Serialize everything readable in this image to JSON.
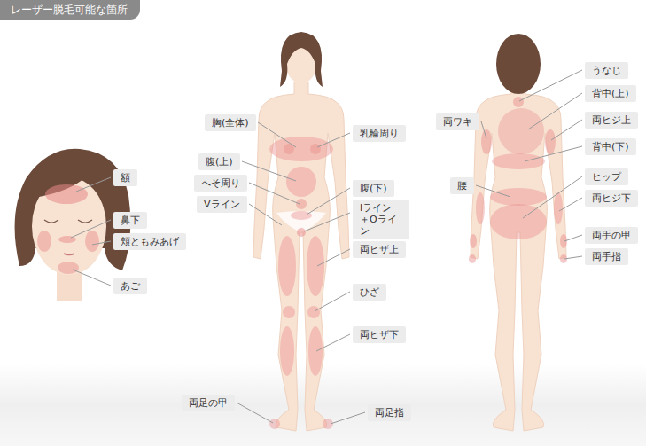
{
  "diagram": {
    "title": "レーザー脱毛可能な箇所",
    "nodes": [
      {
        "text": [
          "額"
        ]
      },
      {
        "text": [
          "鼻下"
        ]
      },
      {
        "text": [
          "頬ともみあげ"
        ]
      },
      {
        "text": [
          "あご"
        ]
      },
      {
        "text": [
          "胸(全体)"
        ]
      },
      {
        "text": [
          "乳輪周り"
        ]
      },
      {
        "text": [
          "腹(上)"
        ]
      },
      {
        "text": [
          "へそ周り"
        ]
      },
      {
        "text": [
          "腹(下)"
        ]
      },
      {
        "text": [
          "Vライン"
        ]
      },
      {
        "text": [
          "Iライン ＋Oライン"
        ]
      },
      {
        "text": [
          "両ヒザ上"
        ]
      },
      {
        "text": [
          "ひざ"
        ]
      },
      {
        "text": [
          "両ヒザ下"
        ]
      },
      {
        "text": [
          "両足の甲"
        ]
      },
      {
        "text": [
          "両足指"
        ]
      },
      {
        "text": [
          "うなじ"
        ]
      },
      {
        "text": [
          "背中(上)"
        ]
      },
      {
        "text": [
          "両ワキ"
        ]
      },
      {
        "text": [
          "両ヒジ上"
        ]
      },
      {
        "text": [
          "背中(下)"
        ]
      },
      {
        "text": [
          "ヒップ"
        ]
      },
      {
        "text": [
          "腰"
        ]
      },
      {
        "text": [
          "両ヒジ下"
        ]
      },
      {
        "text": [
          "両手の甲"
        ]
      },
      {
        "text": [
          "両手指"
        ]
      }
    ]
  }
}
